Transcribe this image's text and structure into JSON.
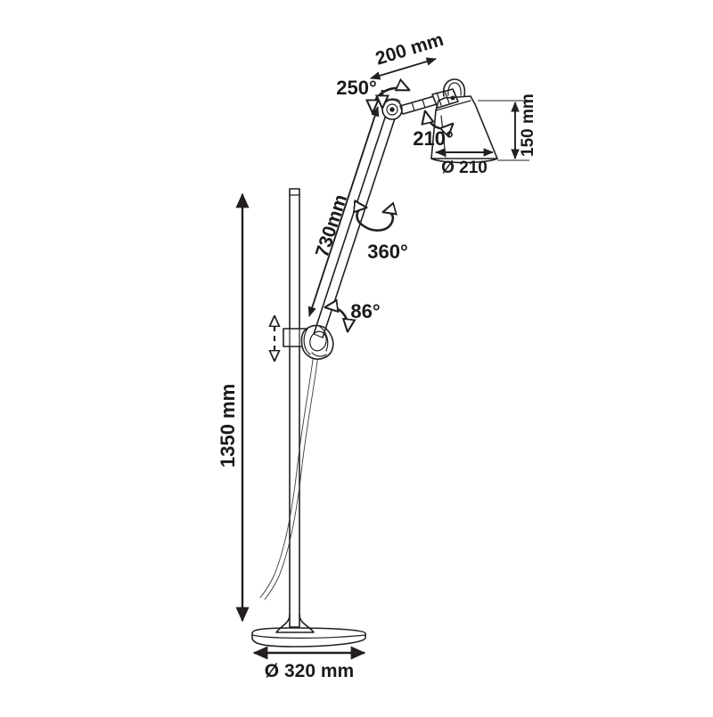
{
  "drawing": {
    "title": "Floor lamp dimension drawing",
    "background_color": "#ffffff",
    "line_color": "#231f20",
    "dimensions": {
      "total_height": "1350 mm",
      "base_diameter": "Ø 320 mm",
      "shade_diameter": "Ø 210",
      "shade_height": "150 mm",
      "upper_arm_length": "200 mm",
      "lower_arm_length": "730mm"
    },
    "angles": {
      "elbow_joint": "250°",
      "shade_joint": "210°",
      "arm_rotation": "360°",
      "base_joint_tilt": "86°"
    },
    "parts": {
      "stem": "vertical-stem",
      "base": "round-base-plate",
      "cable": "power-cable",
      "lower_arm": "lower-arm",
      "upper_arm": "upper-arm",
      "shade": "conical-shade",
      "handle": "shade-handle-loop",
      "slider": "height-adjust-slider"
    }
  }
}
